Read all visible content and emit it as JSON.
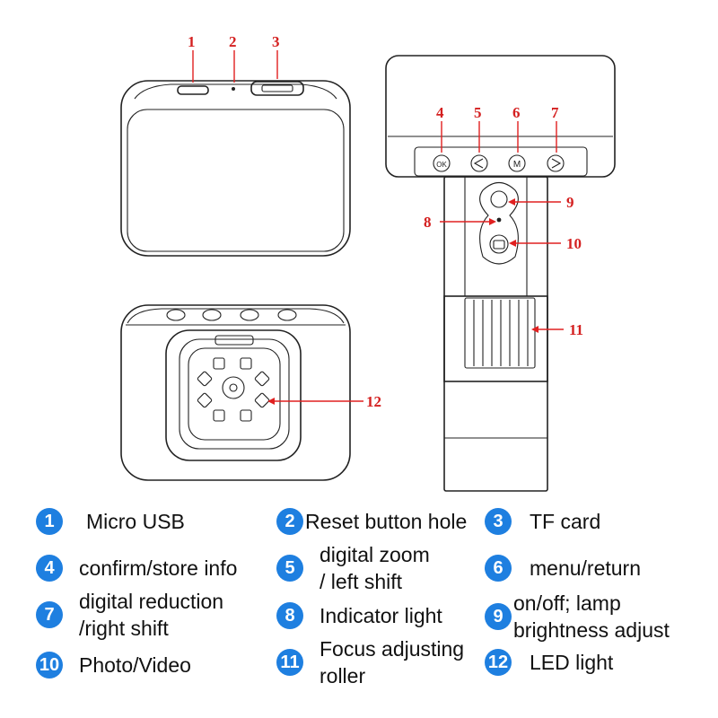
{
  "callouts": {
    "c1": "1",
    "c2": "2",
    "c3": "3",
    "c4": "4",
    "c5": "5",
    "c6": "6",
    "c7": "7",
    "c8": "8",
    "c9": "9",
    "c10": "10",
    "c11": "11",
    "c12": "12"
  },
  "button_marks": {
    "ok": "OK",
    "menu": "M"
  },
  "legend": [
    {
      "num": "1",
      "text": "Micro USB"
    },
    {
      "num": "2",
      "text": "Reset button hole"
    },
    {
      "num": "3",
      "text": "TF card"
    },
    {
      "num": "4",
      "text": "confirm/store info"
    },
    {
      "num": "5",
      "text": "digital zoom\n/ left shift"
    },
    {
      "num": "6",
      "text": "menu/return"
    },
    {
      "num": "7",
      "text": "digital reduction\n/right shift"
    },
    {
      "num": "8",
      "text": "Indicator light"
    },
    {
      "num": "9",
      "text": "on/off; lamp\nbrightness adjust"
    },
    {
      "num": "10",
      "text": "Photo/Video"
    },
    {
      "num": "11",
      "text": "Focus adjusting\nroller"
    },
    {
      "num": "12",
      "text": "LED light"
    }
  ],
  "colors": {
    "badge": "#1e7fe0",
    "callout": "#d42020",
    "stroke": "#222222"
  }
}
